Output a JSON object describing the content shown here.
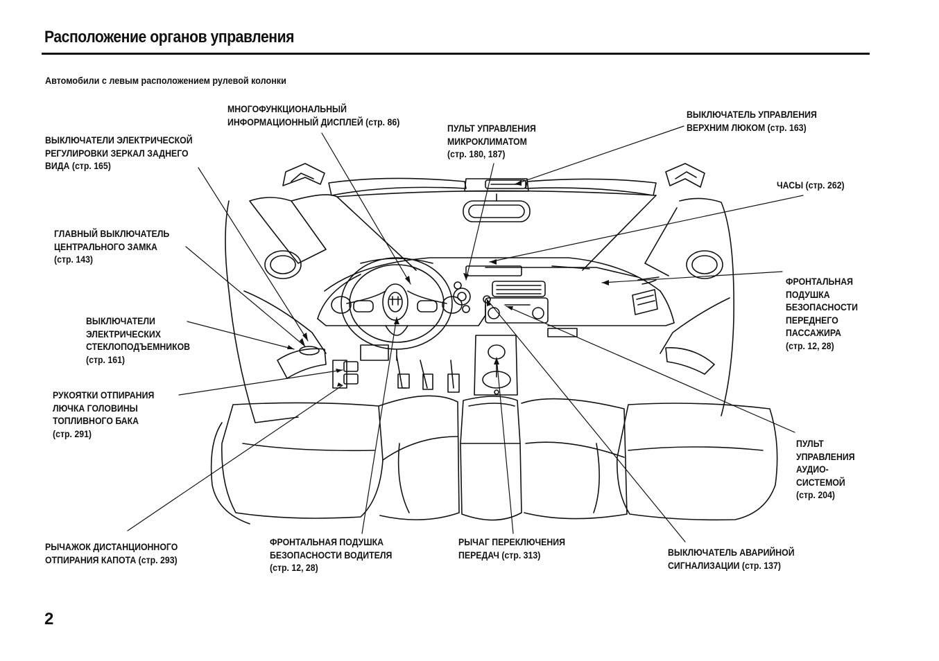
{
  "page": {
    "title": "Расположение органов управления",
    "subtitle": "Автомобили с левым расположением рулевой колонки",
    "page_number": "2"
  },
  "callouts": {
    "mirror_switches": [
      "ВЫКЛЮЧАТЕЛИ ЭЛЕКТРИЧЕСКОЙ",
      "РЕГУЛИРОВКИ ЗЕРКАЛ ЗАДНЕГО",
      "ВИДА (стр. 165)"
    ],
    "display": [
      "МНОГОФУНКЦИОНАЛЬНЫЙ",
      "ИНФОРМАЦИОННЫЙ ДИСПЛЕЙ (стр. 86)"
    ],
    "climate": [
      "ПУЛЬТ УПРАВЛЕНИЯ",
      "МИКРОКЛИМАТОМ",
      "(стр. 180, 187)"
    ],
    "sunroof": [
      "ВЫКЛЮЧАТЕЛЬ УПРАВЛЕНИЯ",
      "ВЕРХНИМ ЛЮКОМ (стр. 163)"
    ],
    "clock": [
      "ЧАСЫ (стр. 262)"
    ],
    "central_lock": [
      "ГЛАВНЫЙ ВЫКЛЮЧАТЕЛЬ",
      "ЦЕНТРАЛЬНОГО ЗАМКА",
      "(стр. 143)"
    ],
    "passenger_airbag": [
      "ФРОНТАЛЬНАЯ",
      "ПОДУШКА",
      "БЕЗОПАСНОСТИ",
      "ПЕРЕДНЕГО",
      "ПАССАЖИРА",
      "(стр. 12, 28)"
    ],
    "window_switches": [
      "ВЫКЛЮЧАТЕЛИ",
      "ЭЛЕКТРИЧЕСКИХ",
      "СТЕКЛОПОДЪЕМНИКОВ",
      "(стр. 161)"
    ],
    "fuel_lid": [
      "РУКОЯТКИ ОТПИРАНИЯ",
      "ЛЮЧКА ГОЛОВИНЫ",
      "ТОПЛИВНОГО БАКА",
      "(стр. 291)"
    ],
    "audio": [
      "ПУЛЬТ",
      "УПРАВЛЕНИЯ",
      "АУДИО-",
      "СИСТЕМОЙ",
      "(стр. 204)"
    ],
    "hood_release": [
      "РЫЧАЖОК ДИСТАНЦИОННОГО",
      "ОТПИРАНИЯ КАПОТА (стр. 293)"
    ],
    "driver_airbag": [
      "ФРОНТАЛЬНАЯ ПОДУШКА",
      "БЕЗОПАСНОСТИ ВОДИТЕЛЯ",
      "(стр. 12, 28)"
    ],
    "shift_lever": [
      "РЫЧАГ ПЕРЕКЛЮЧЕНИЯ",
      "ПЕРЕДАЧ (стр. 313)"
    ],
    "hazard": [
      "ВЫКЛЮЧАТЕЛЬ АВАРИЙНОЙ",
      "СИГНАЛИЗАЦИИ (стр. 137)"
    ]
  },
  "colors": {
    "ink": "#111111",
    "paper": "#ffffff"
  }
}
